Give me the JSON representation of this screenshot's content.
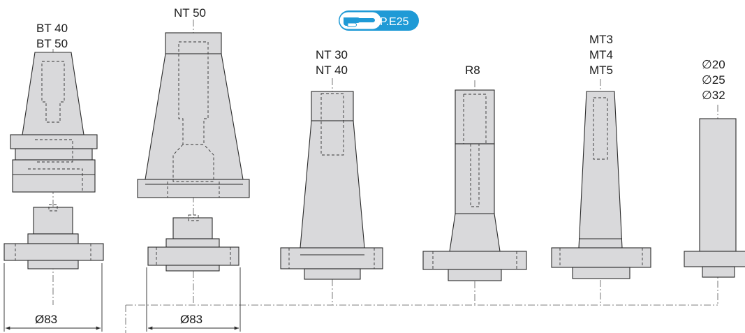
{
  "labels": {
    "bt_top": "BT 40",
    "bt_bottom": "BT 50",
    "nt50": "NT 50",
    "nt30": "NT 30",
    "nt40": "NT 40",
    "r8": "R8",
    "mt3": "MT3",
    "mt4": "MT4",
    "mt5": "MT5",
    "d20": "∅20",
    "d25": "∅25",
    "d32": "∅32"
  },
  "dimensions": {
    "left": "Ø83",
    "right": "Ø83"
  },
  "reference_button": {
    "label": "P.E25",
    "icon": "pointing-hand-icon",
    "color": "#1f9ad6"
  }
}
